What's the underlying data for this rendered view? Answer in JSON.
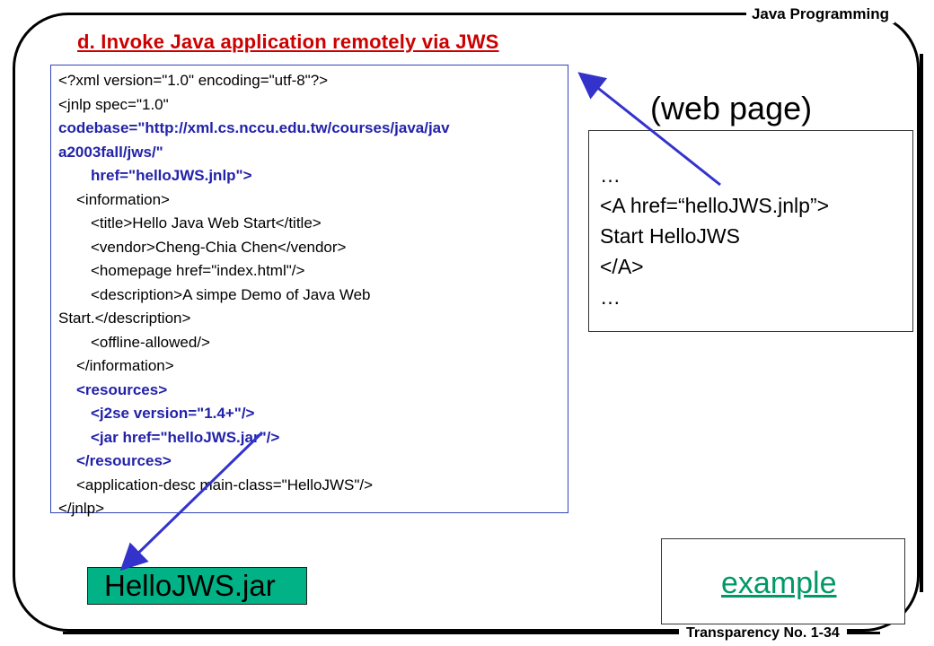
{
  "header": {
    "course": "Java Programming"
  },
  "footer": {
    "transparency": "Transparency No. 1-34"
  },
  "title": "d. Invoke Java application remotely via JWS",
  "code_lines": [
    {
      "text": "<?xml version=\"1.0\" encoding=\"utf-8\"?>",
      "indent": 0,
      "style": "plain"
    },
    {
      "text": "<jnlp spec=\"1.0\"",
      "indent": 0,
      "style": "plain"
    },
    {
      "text": "codebase=\"http://xml.cs.nccu.edu.tw/courses/java/jav",
      "indent": 0,
      "style": "bold-blue"
    },
    {
      "text": "a2003fall/jws/\"",
      "indent": 0,
      "style": "bold-blue"
    },
    {
      "text": "href=\"helloJWS.jnlp\">",
      "indent": 2,
      "style": "mixed-href"
    },
    {
      "text": "<information>",
      "indent": 1,
      "style": "plain"
    },
    {
      "text": "<title>Hello Java Web Start</title>",
      "indent": 2,
      "style": "plain"
    },
    {
      "text": "<vendor>Cheng-Chia Chen</vendor>",
      "indent": 2,
      "style": "plain"
    },
    {
      "text": "<homepage href=\"index.html\"/>",
      "indent": 2,
      "style": "plain"
    },
    {
      "text": "<description>A simpe Demo of Java Web",
      "indent": 2,
      "style": "plain"
    },
    {
      "text": "Start.</description>",
      "indent": 0,
      "style": "plain"
    },
    {
      "text": "<offline-allowed/>",
      "indent": 2,
      "style": "plain"
    },
    {
      "text": "</information>",
      "indent": 1,
      "style": "plain"
    },
    {
      "text": "<resources>",
      "indent": 1,
      "style": "bold-blue"
    },
    {
      "text": "<j2se version=\"1.4+\"/>",
      "indent": 2,
      "style": "bold-blue"
    },
    {
      "text": "<jar href=\"helloJWS.jar\"/>",
      "indent": 2,
      "style": "bold-blue"
    },
    {
      "text": "</resources>",
      "indent": 1,
      "style": "bold-blue"
    },
    {
      "text": "<application-desc main-class=\"HelloJWS\"/>",
      "indent": 1,
      "style": "plain"
    },
    {
      "text": "</jnlp>",
      "indent": 0,
      "style": "plain"
    }
  ],
  "web_page": {
    "title": "(web page)",
    "lines": [
      "…",
      "<A href=“helloJWS.jnlp”>",
      "Start HelloJWS",
      "</A>",
      "…"
    ]
  },
  "jar_label": "HelloJWS.jar",
  "example_link": "example",
  "colors": {
    "title_red": "#cc0000",
    "code_blue": "#2222aa",
    "arrow_blue": "#3333cc",
    "jar_green": "#00b285",
    "link_green": "#009966"
  }
}
